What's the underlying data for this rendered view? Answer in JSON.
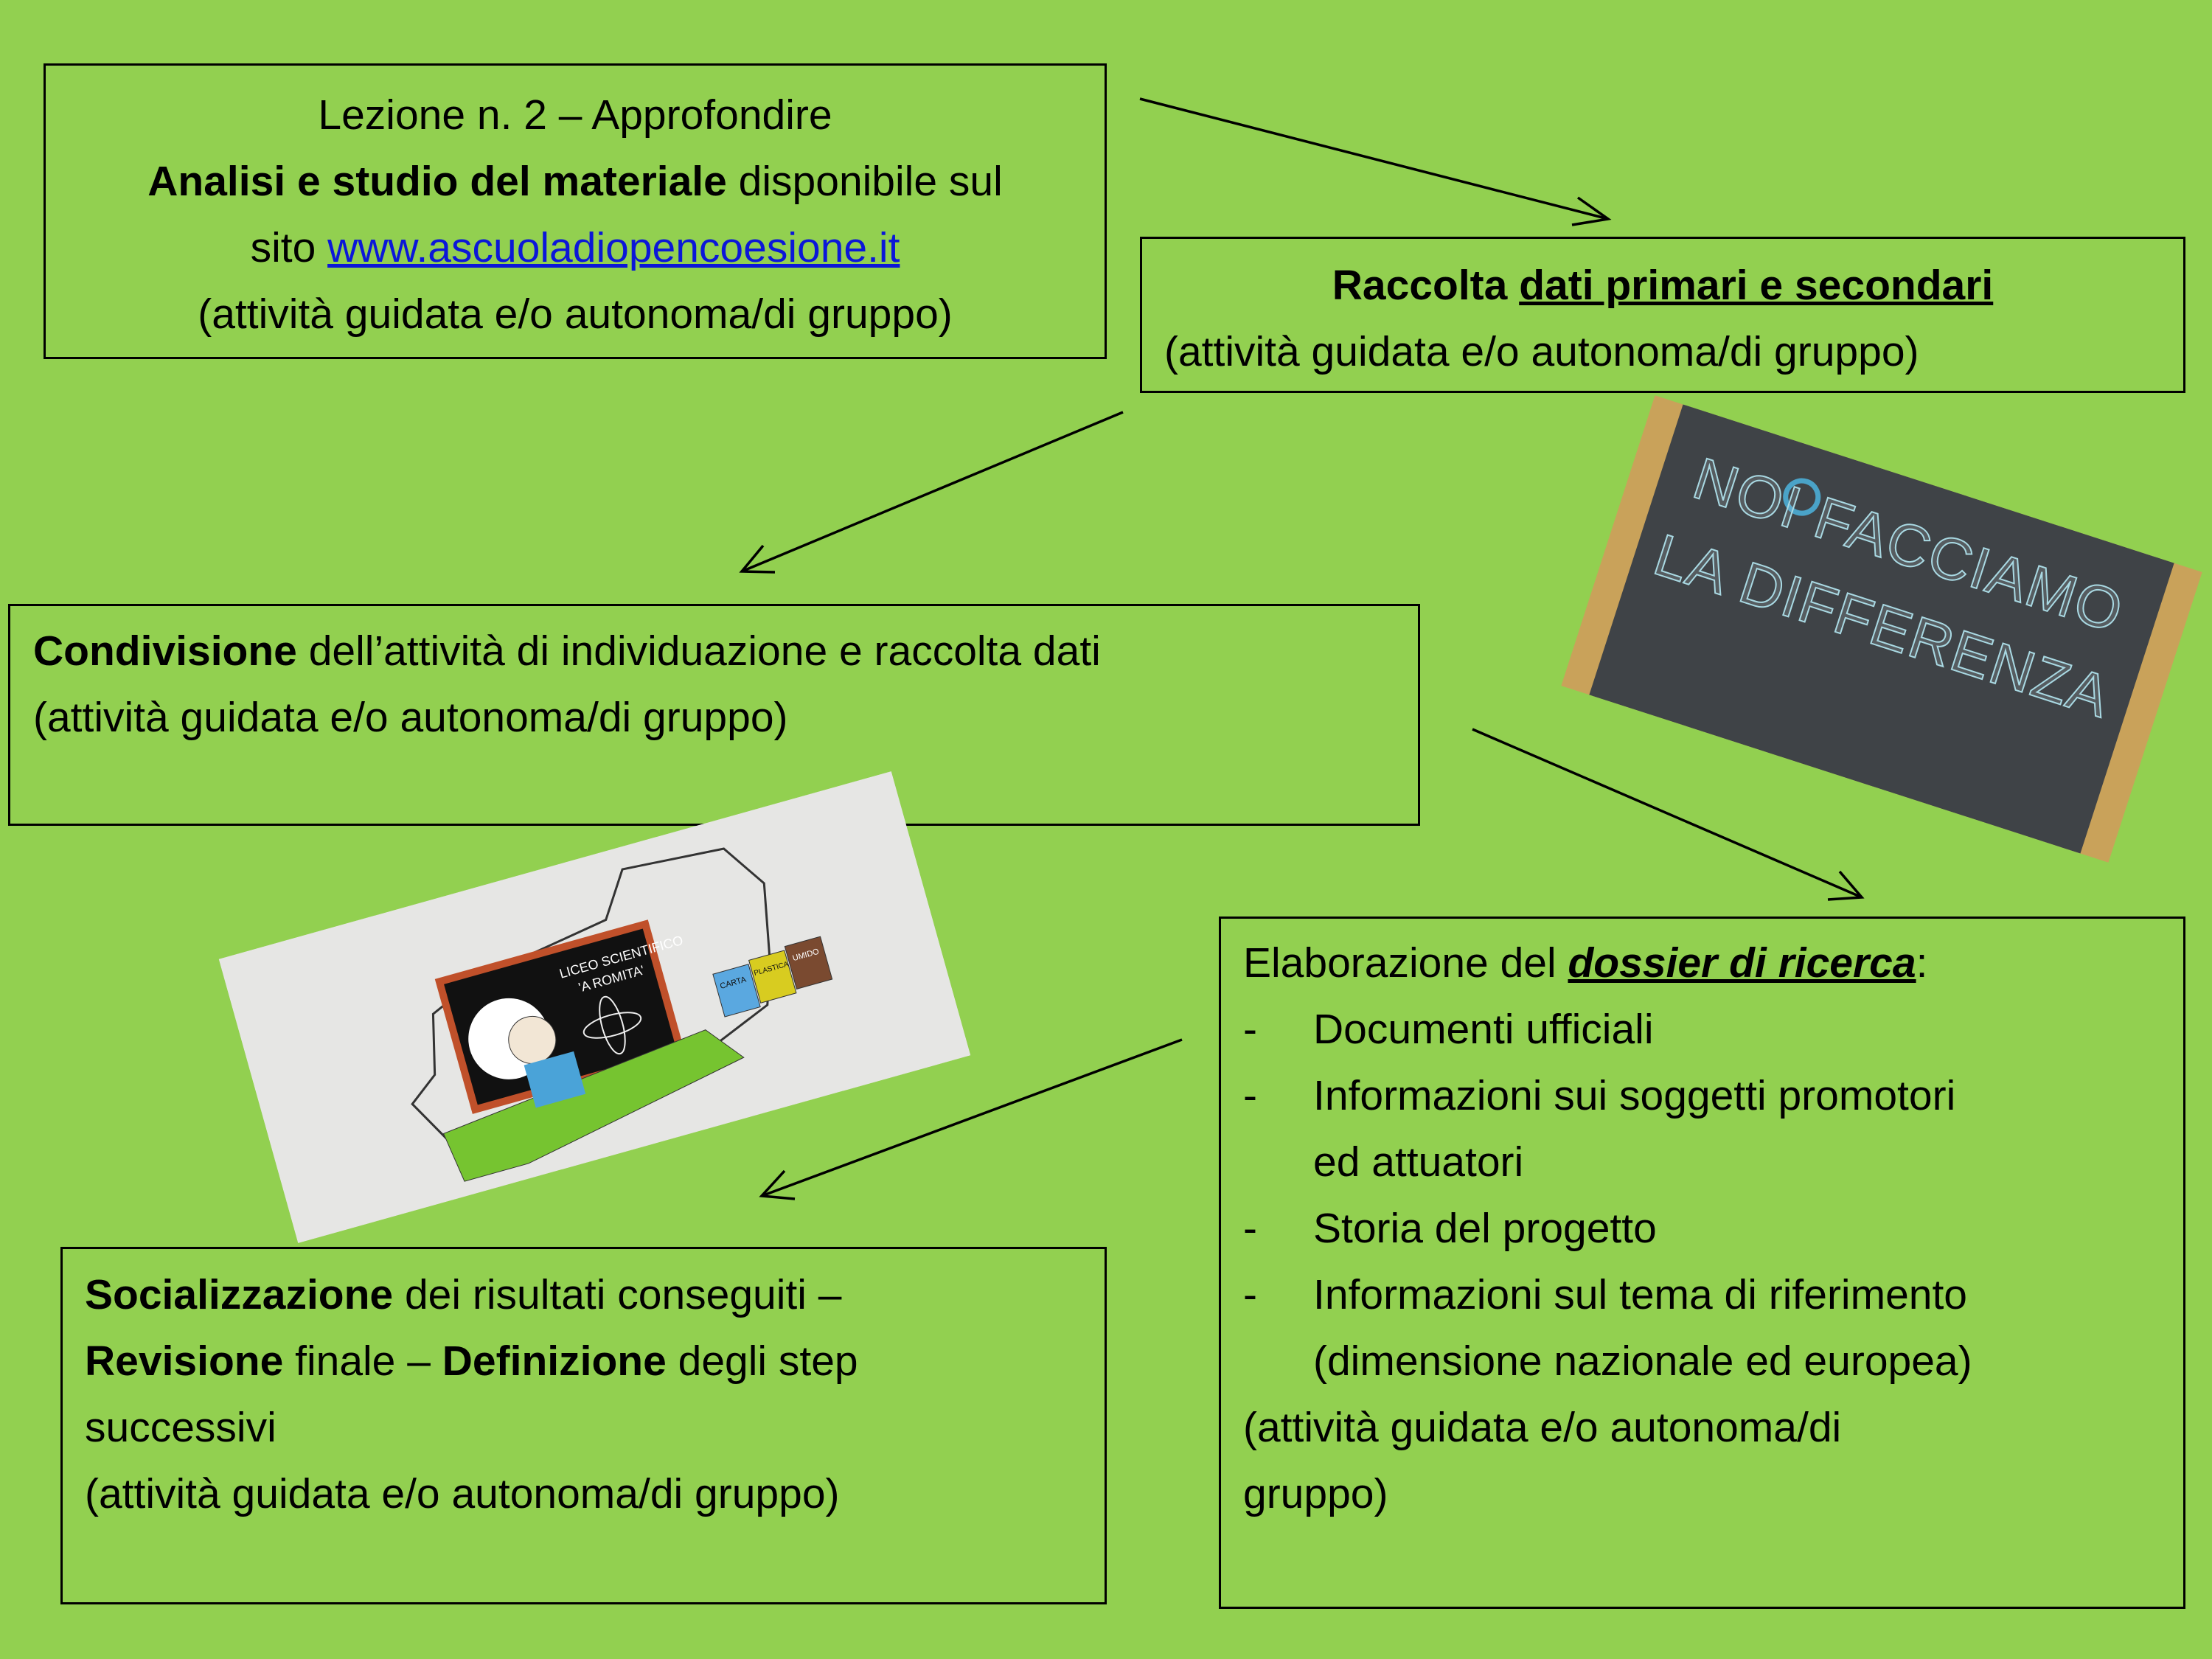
{
  "box1": {
    "line1": "Lezione n. 2 – Approfondire",
    "line2_bold": "Analisi e studio del materiale",
    "line2_rest": " disponibile sul",
    "line3_prefix": "sito ",
    "link": "www.ascuoladiopencoesione.it",
    "line4": "(attività guidata e/o autonoma/di gruppo)"
  },
  "box2": {
    "bold1": "Raccolta ",
    "bold_underlined": "dati primari e secondari",
    "line2": "(attività guidata e/o autonoma/di gruppo)"
  },
  "box3": {
    "bold": "Condivisione",
    "rest": " dell’attività di individuazione e raccolta dati",
    "line2": "(attività guidata e/o autonoma/di gruppo)"
  },
  "box4": {
    "prefix": "Elaborazione del ",
    "emph": "dossier di ricerca",
    "suffix": ":",
    "bullet": "-",
    "items": [
      "Documenti ufficiali",
      "Informazioni sui soggetti promotori",
      "ed attuatori",
      "Storia del progetto",
      "Informazioni sul tema di riferimento",
      "(dimensione nazionale ed europea)"
    ],
    "footer1": "(attività guidata e/o autonoma/di",
    "footer2": "gruppo)"
  },
  "box5": {
    "b1": "Socializzazione",
    "r1": " dei risultati conseguiti –",
    "b2": "Revisione",
    "r2": " finale – ",
    "b3": "Definizione",
    "r3": " degli step",
    "line3": "successivi",
    "line4": "(attività guidata e/o autonoma/di gruppo)"
  },
  "chalkboard_photo": {
    "lettering": "NOI FACCIAMO LA DIFFERENZA"
  },
  "drawing": {
    "lettering": "LICEO SCIENTIFICO 'A ROMITA'",
    "bins": [
      "CARTA",
      "PLASTICA",
      "UMIDO"
    ]
  },
  "colors": {
    "background": "#92d050",
    "link": "#0b17d8"
  }
}
